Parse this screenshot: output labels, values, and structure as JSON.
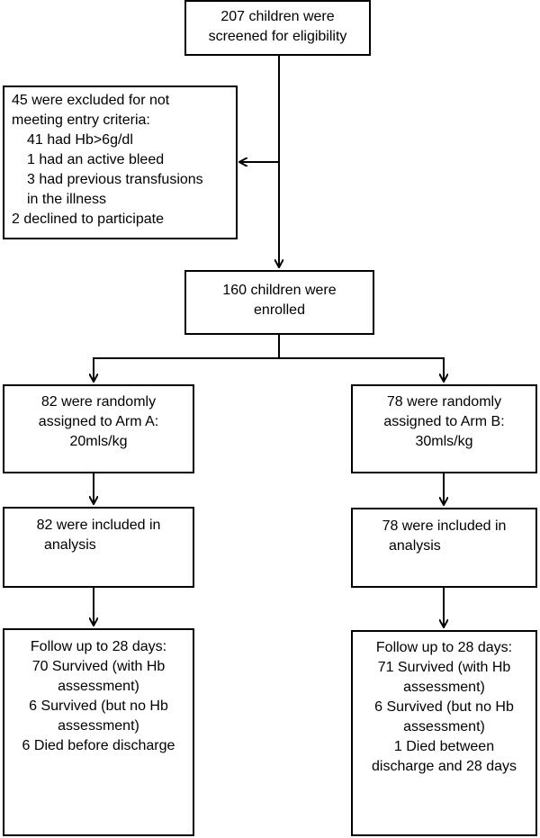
{
  "screened": [
    "207 children were",
    "screened for eligibility"
  ],
  "excluded": [
    {
      "text": "45 were excluded for not",
      "indent": 0
    },
    {
      "text": "meeting entry criteria:",
      "indent": 0
    },
    {
      "text": "41 had Hb>6g/dl",
      "indent": 1
    },
    {
      "text": "1 had an active bleed",
      "indent": 1
    },
    {
      "text": "3 had previous transfusions",
      "indent": 1
    },
    {
      "text": "in the illness",
      "indent": 1
    },
    {
      "text": "2 declined to participate",
      "indent": 0
    }
  ],
  "enrolled": [
    "160 children were",
    "enrolled"
  ],
  "arm_a": {
    "assigned": [
      "82 were randomly",
      "assigned to Arm A:",
      "20mls/kg"
    ],
    "analysis": [
      "82 were included in",
      "analysis"
    ],
    "followup": [
      "Follow up to 28 days:",
      "70 Survived (with Hb",
      "assessment)",
      "6 Survived (but no Hb",
      "assessment)",
      "6 Died before discharge"
    ]
  },
  "arm_b": {
    "assigned": [
      "78 were randomly",
      "assigned to Arm B:",
      "30mls/kg"
    ],
    "analysis": [
      "78 were included in",
      "analysis"
    ],
    "followup": [
      "Follow up to 28 days:",
      "71 Survived (with Hb",
      "assessment)",
      "6 Survived (but no Hb",
      "assessment)",
      "1 Died between",
      "discharge and 28 days"
    ]
  }
}
